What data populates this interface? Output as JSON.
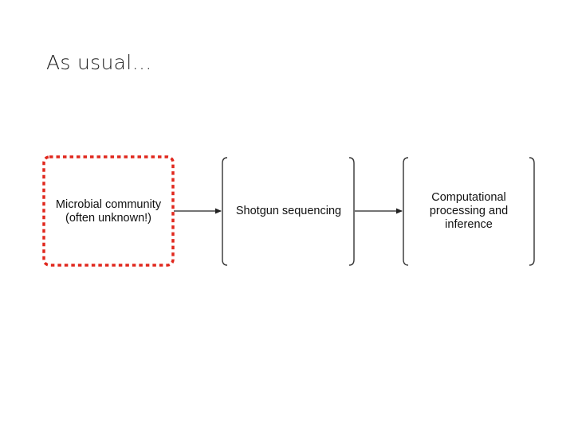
{
  "slide": {
    "title": "As usual…"
  },
  "diagram": {
    "nodes": [
      {
        "id": "microbial-community",
        "lines": [
          "Microbial community",
          "(often unknown!)"
        ],
        "border": "dashed-red"
      },
      {
        "id": "shotgun-sequencing",
        "lines": [
          "Shotgun sequencing"
        ],
        "border": "brackets"
      },
      {
        "id": "computational-processing",
        "lines": [
          "Computational",
          "processing and",
          "inference"
        ],
        "border": "brackets"
      }
    ],
    "edges": [
      {
        "from": "microbial-community",
        "to": "shotgun-sequencing"
      },
      {
        "from": "shotgun-sequencing",
        "to": "computational-processing"
      }
    ],
    "colors": {
      "highlight_border": "#e0281e",
      "bracket": "#333333",
      "arrow": "#222222",
      "text": "#111111"
    }
  }
}
